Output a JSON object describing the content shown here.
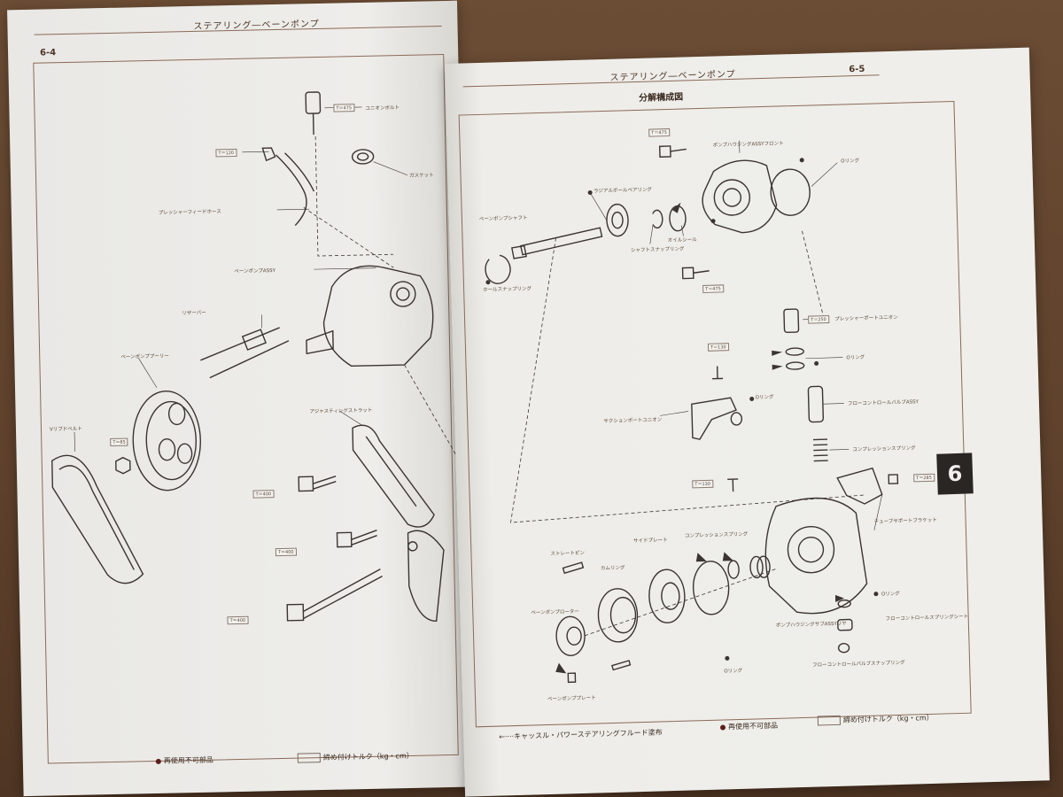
{
  "left_page": {
    "number": "6-4",
    "header": "ステアリング―ベーンポンプ",
    "labels": [
      "ユニオンボルト",
      "ガスケット",
      "プレッシャーフィードホース",
      "ベーンポンプASSY",
      "リザーバー",
      "ベーンポンププーリー",
      "アジャスティングストラット",
      "Vリブドベルト"
    ],
    "torques": [
      "T＝475",
      "T＝120",
      "T＝85",
      "T＝400",
      "T＝400",
      "T＝400"
    ],
    "legend_reuse": "再使用不可部品",
    "legend_torque": "締め付けトルク（kg・cm）"
  },
  "right_page": {
    "number": "6-5",
    "header": "ステアリング―ベーンポンプ",
    "section_title": "分解構成図",
    "labels": [
      "ポンプハウジングASSYフロント",
      "Oリング",
      "ラジアルボールベアリング",
      "ベーンポンプシャフト",
      "オイルシール",
      "シャフトスナップリング",
      "ホールスナップリング",
      "プレッシャーポートユニオン",
      "Oリング",
      "Oリング",
      "サクションポートユニオン",
      "フローコントロールバルブASSY",
      "コンプレッションスプリング",
      "チューブサポートブラケット",
      "ストレートピン",
      "カムリング",
      "サイドプレート",
      "コンプレッションスプリング",
      "ベーンポンプローター",
      "ポンプハウジングサブASSYリヤ",
      "Oリング",
      "フローコントロールスプリングシート",
      "Oリング",
      "フローコントロールバルブスナップリング",
      "ベーンポンププレート"
    ],
    "torques": [
      "T＝475",
      "T＝475",
      "T＝250",
      "T＝130",
      "T＝130",
      "T＝285"
    ],
    "legend_fluid": "キャッスル・パワーステアリングフルード塗布",
    "legend_reuse": "再使用不可部品",
    "legend_torque": "締め付けトルク（kg・cm）",
    "chapter_tab": "6"
  },
  "colors": {
    "table": "#5e412c",
    "paper": "#eceae7",
    "ink": "#3a2a20",
    "tab": "#2a2624"
  }
}
